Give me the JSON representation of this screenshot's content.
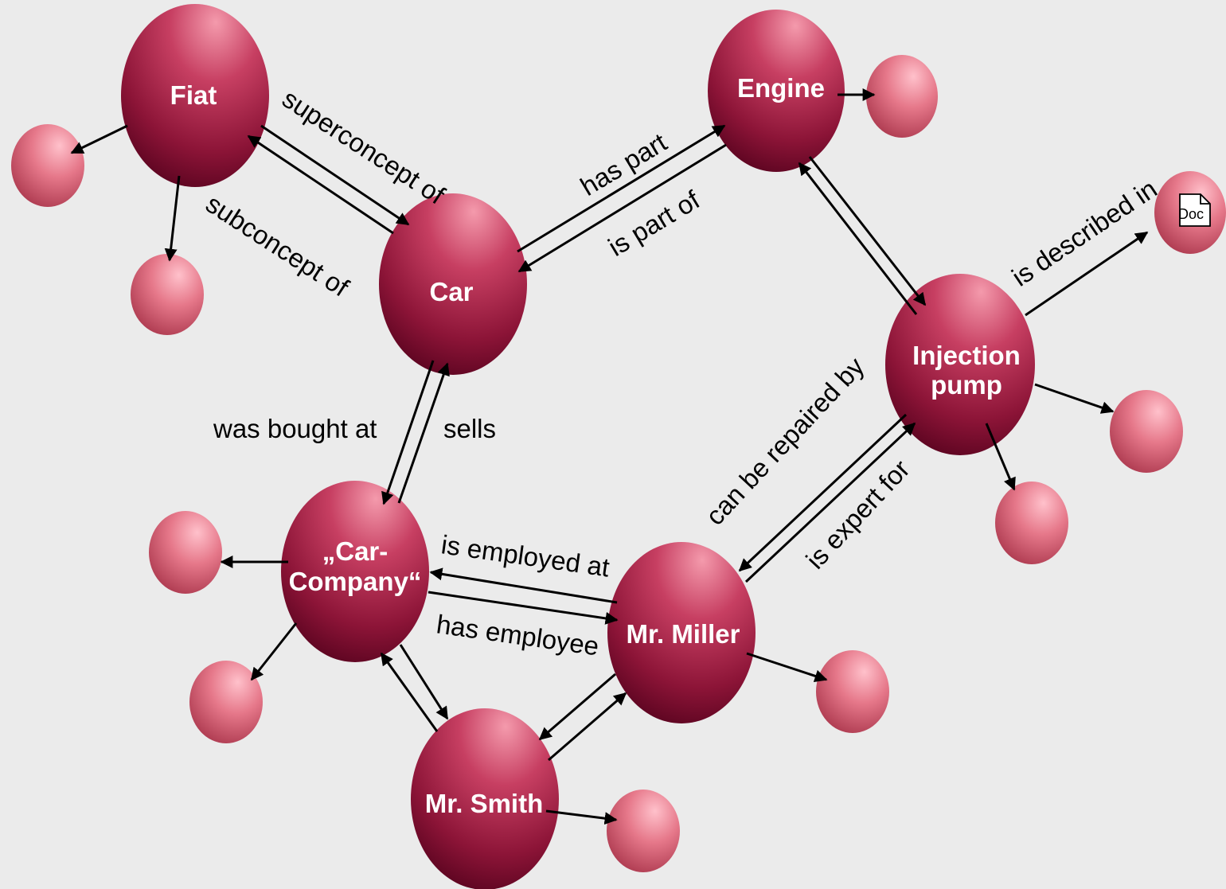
{
  "diagram": {
    "nodes": {
      "fiat": {
        "label": "Fiat"
      },
      "car": {
        "label": "Car"
      },
      "engine": {
        "label": "Engine"
      },
      "injection_pump": {
        "line1": "Injection",
        "line2": "pump"
      },
      "car_company": {
        "line1": "„Car-",
        "line2": "Company“"
      },
      "mr_miller": {
        "label": "Mr. Miller"
      },
      "mr_smith": {
        "label": "Mr. Smith"
      }
    },
    "relations": {
      "superconcept_of": "superconcept of",
      "subconcept_of": "subconcept of",
      "has_part": "has part",
      "is_part_of": "is part of",
      "is_described_in": "is described in",
      "was_bought_at": "was bought at",
      "sells": "sells",
      "can_be_repaired_by": "can be repaired by",
      "is_expert_for": "is expert for",
      "is_employed_at": "is employed at",
      "has_employee": "has employee"
    },
    "document": {
      "label": "Doc",
      "icon": "document-icon"
    },
    "colors": {
      "background": "#ebebeb",
      "node_dark": "#5e0020",
      "node_mid": "#a02448",
      "node_light": "#f28a9e",
      "small_node_light": "#ffb7c3",
      "small_node_dark": "#b8404f",
      "arrow": "#000000"
    }
  }
}
